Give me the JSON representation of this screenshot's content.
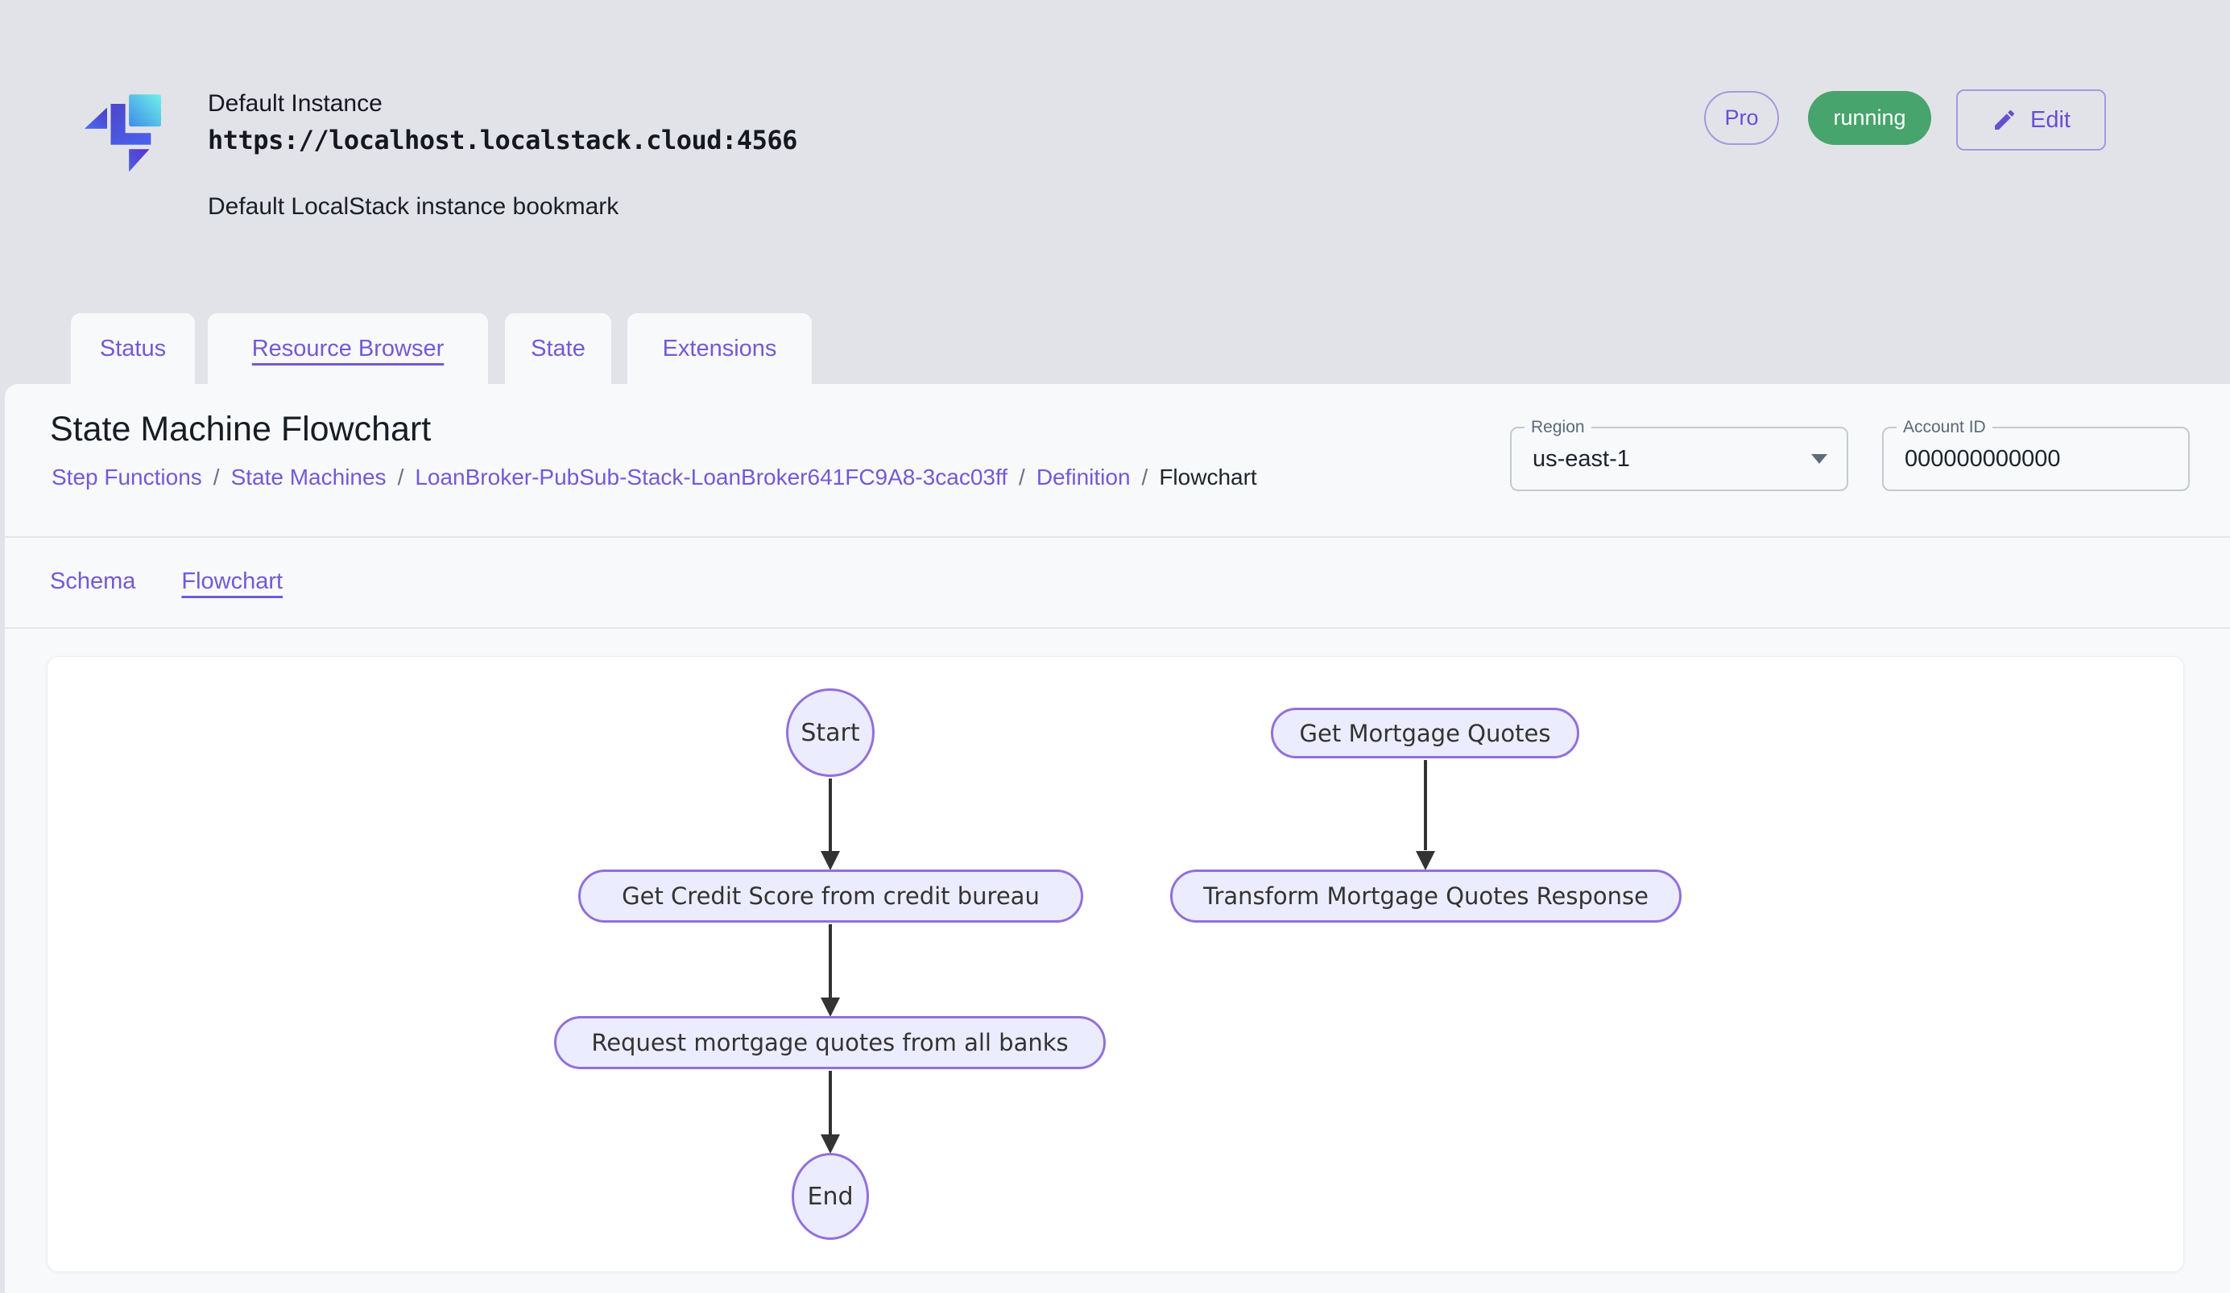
{
  "instance": {
    "name": "Default Instance",
    "endpoint_url": "https://localhost.localstack.cloud:4566",
    "description": "Default LocalStack instance bookmark",
    "pro_badge": "Pro",
    "status_badge": "running",
    "edit_button": "Edit"
  },
  "tabs": [
    {
      "label": "Status",
      "active": false
    },
    {
      "label": "Resource Browser",
      "active": true
    },
    {
      "label": "State",
      "active": false
    },
    {
      "label": "Extensions",
      "active": false
    }
  ],
  "resource_header": {
    "title": "State Machine Flowchart",
    "separator": "/",
    "breadcrumb": [
      {
        "label": "Step Functions",
        "current": false
      },
      {
        "label": "State Machines",
        "current": false
      },
      {
        "label": "LoanBroker-PubSub-Stack-LoanBroker641FC9A8-3cac03ff",
        "current": false
      },
      {
        "label": "Definition",
        "current": false
      },
      {
        "label": "Flowchart",
        "current": true
      }
    ],
    "region": {
      "label": "Region",
      "value": "us-east-1"
    },
    "account": {
      "label": "Account ID",
      "value": "000000000000"
    }
  },
  "subtabs": [
    {
      "label": "Schema",
      "active": false
    },
    {
      "label": "Flowchart",
      "active": true
    }
  ],
  "flowchart": {
    "nodes": [
      {
        "id": "start",
        "shape": "circle",
        "label": "Start"
      },
      {
        "id": "get_credit_score",
        "shape": "stadium",
        "label": "Get Credit Score from credit bureau"
      },
      {
        "id": "request_quotes",
        "shape": "stadium",
        "label": "Request mortgage quotes from all banks"
      },
      {
        "id": "end",
        "shape": "circle",
        "label": "End"
      },
      {
        "id": "get_mortgage_quotes",
        "shape": "stadium",
        "label": "Get Mortgage Quotes"
      },
      {
        "id": "transform_response",
        "shape": "stadium",
        "label": "Transform Mortgage Quotes Response"
      }
    ],
    "edges": [
      {
        "from": "start",
        "to": "get_credit_score"
      },
      {
        "from": "get_credit_score",
        "to": "request_quotes"
      },
      {
        "from": "request_quotes",
        "to": "end"
      },
      {
        "from": "get_mortgage_quotes",
        "to": "transform_response"
      }
    ]
  },
  "colors": {
    "accent_purple": "#7459D6",
    "status_green": "#47A46C",
    "node_fill": "#ECECFF",
    "node_border": "#9370DB",
    "top_background": "#E2E3E8",
    "panel_background": "#F7F9FB"
  }
}
